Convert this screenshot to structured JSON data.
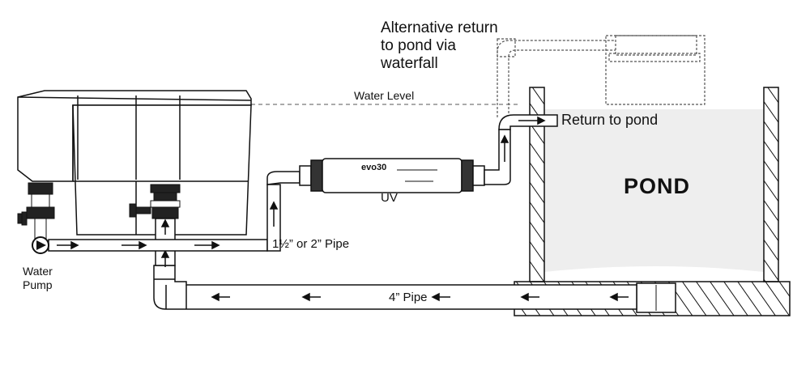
{
  "labels": {
    "alternative_return": "Alternative return to pond via waterfall",
    "water_level": "Water Level",
    "return_to_pond": "Return to pond",
    "pond": "POND",
    "uv": "UV",
    "small_pipe": "1½” or 2” Pipe",
    "large_pipe": "4” Pipe",
    "water_pump": "Water Pump",
    "uv_brand": "evo30"
  },
  "colors": {
    "line": "#111111",
    "dashed": "#555555",
    "water": "#eeeeee",
    "white": "#ffffff"
  }
}
